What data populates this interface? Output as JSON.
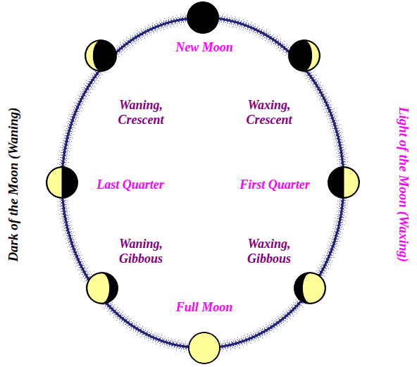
{
  "diagram": {
    "labels": [
      "Dark of the Moon (Waning)",
      "New Moon",
      "Waning, Crescent",
      "Waxing, Crescent",
      "Last Quarter",
      "First Quarter",
      "Waning, Gibbous",
      "Waxing, Gibbous",
      "Full Moon",
      "Light of the Moon (Waxing)"
    ]
  }
}
